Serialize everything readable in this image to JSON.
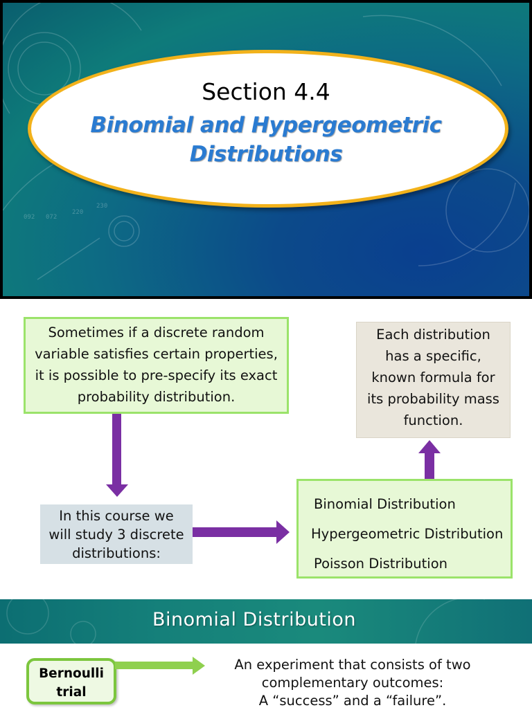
{
  "slide1": {
    "section_label": "Section 4.4",
    "subtitle_line1": "Binomial and Hypergeometric",
    "subtitle_line2": "Distributions"
  },
  "slide2": {
    "intro_text": [
      "Sometimes if a discrete random",
      "variable satisfies certain properties,",
      "it is possible to pre-specify its exact",
      "probability distribution."
    ],
    "formula_note": [
      "Each distribution",
      "has a specific,",
      "known formula for",
      "its probability mass",
      "function."
    ],
    "course_note": [
      "In this course we",
      "will study 3 discrete",
      "distributions:"
    ],
    "distributions": [
      "Binomial Distribution",
      "Hypergeometric Distribution",
      "Poisson Distribution"
    ]
  },
  "slide3": {
    "banner_title": "Binomial Distribution",
    "term": [
      "Bernoulli",
      "trial"
    ],
    "definition": [
      "An experiment that consists of two",
      "complementary outcomes:",
      "A “success” and a “failure”."
    ]
  },
  "colors": {
    "accent_orange": "#f2b21b",
    "subtitle_blue": "#2a7bd1",
    "arrow_purple": "#7a2fa3",
    "box_green_border": "#9be36a",
    "term_green": "#7cc63e"
  }
}
